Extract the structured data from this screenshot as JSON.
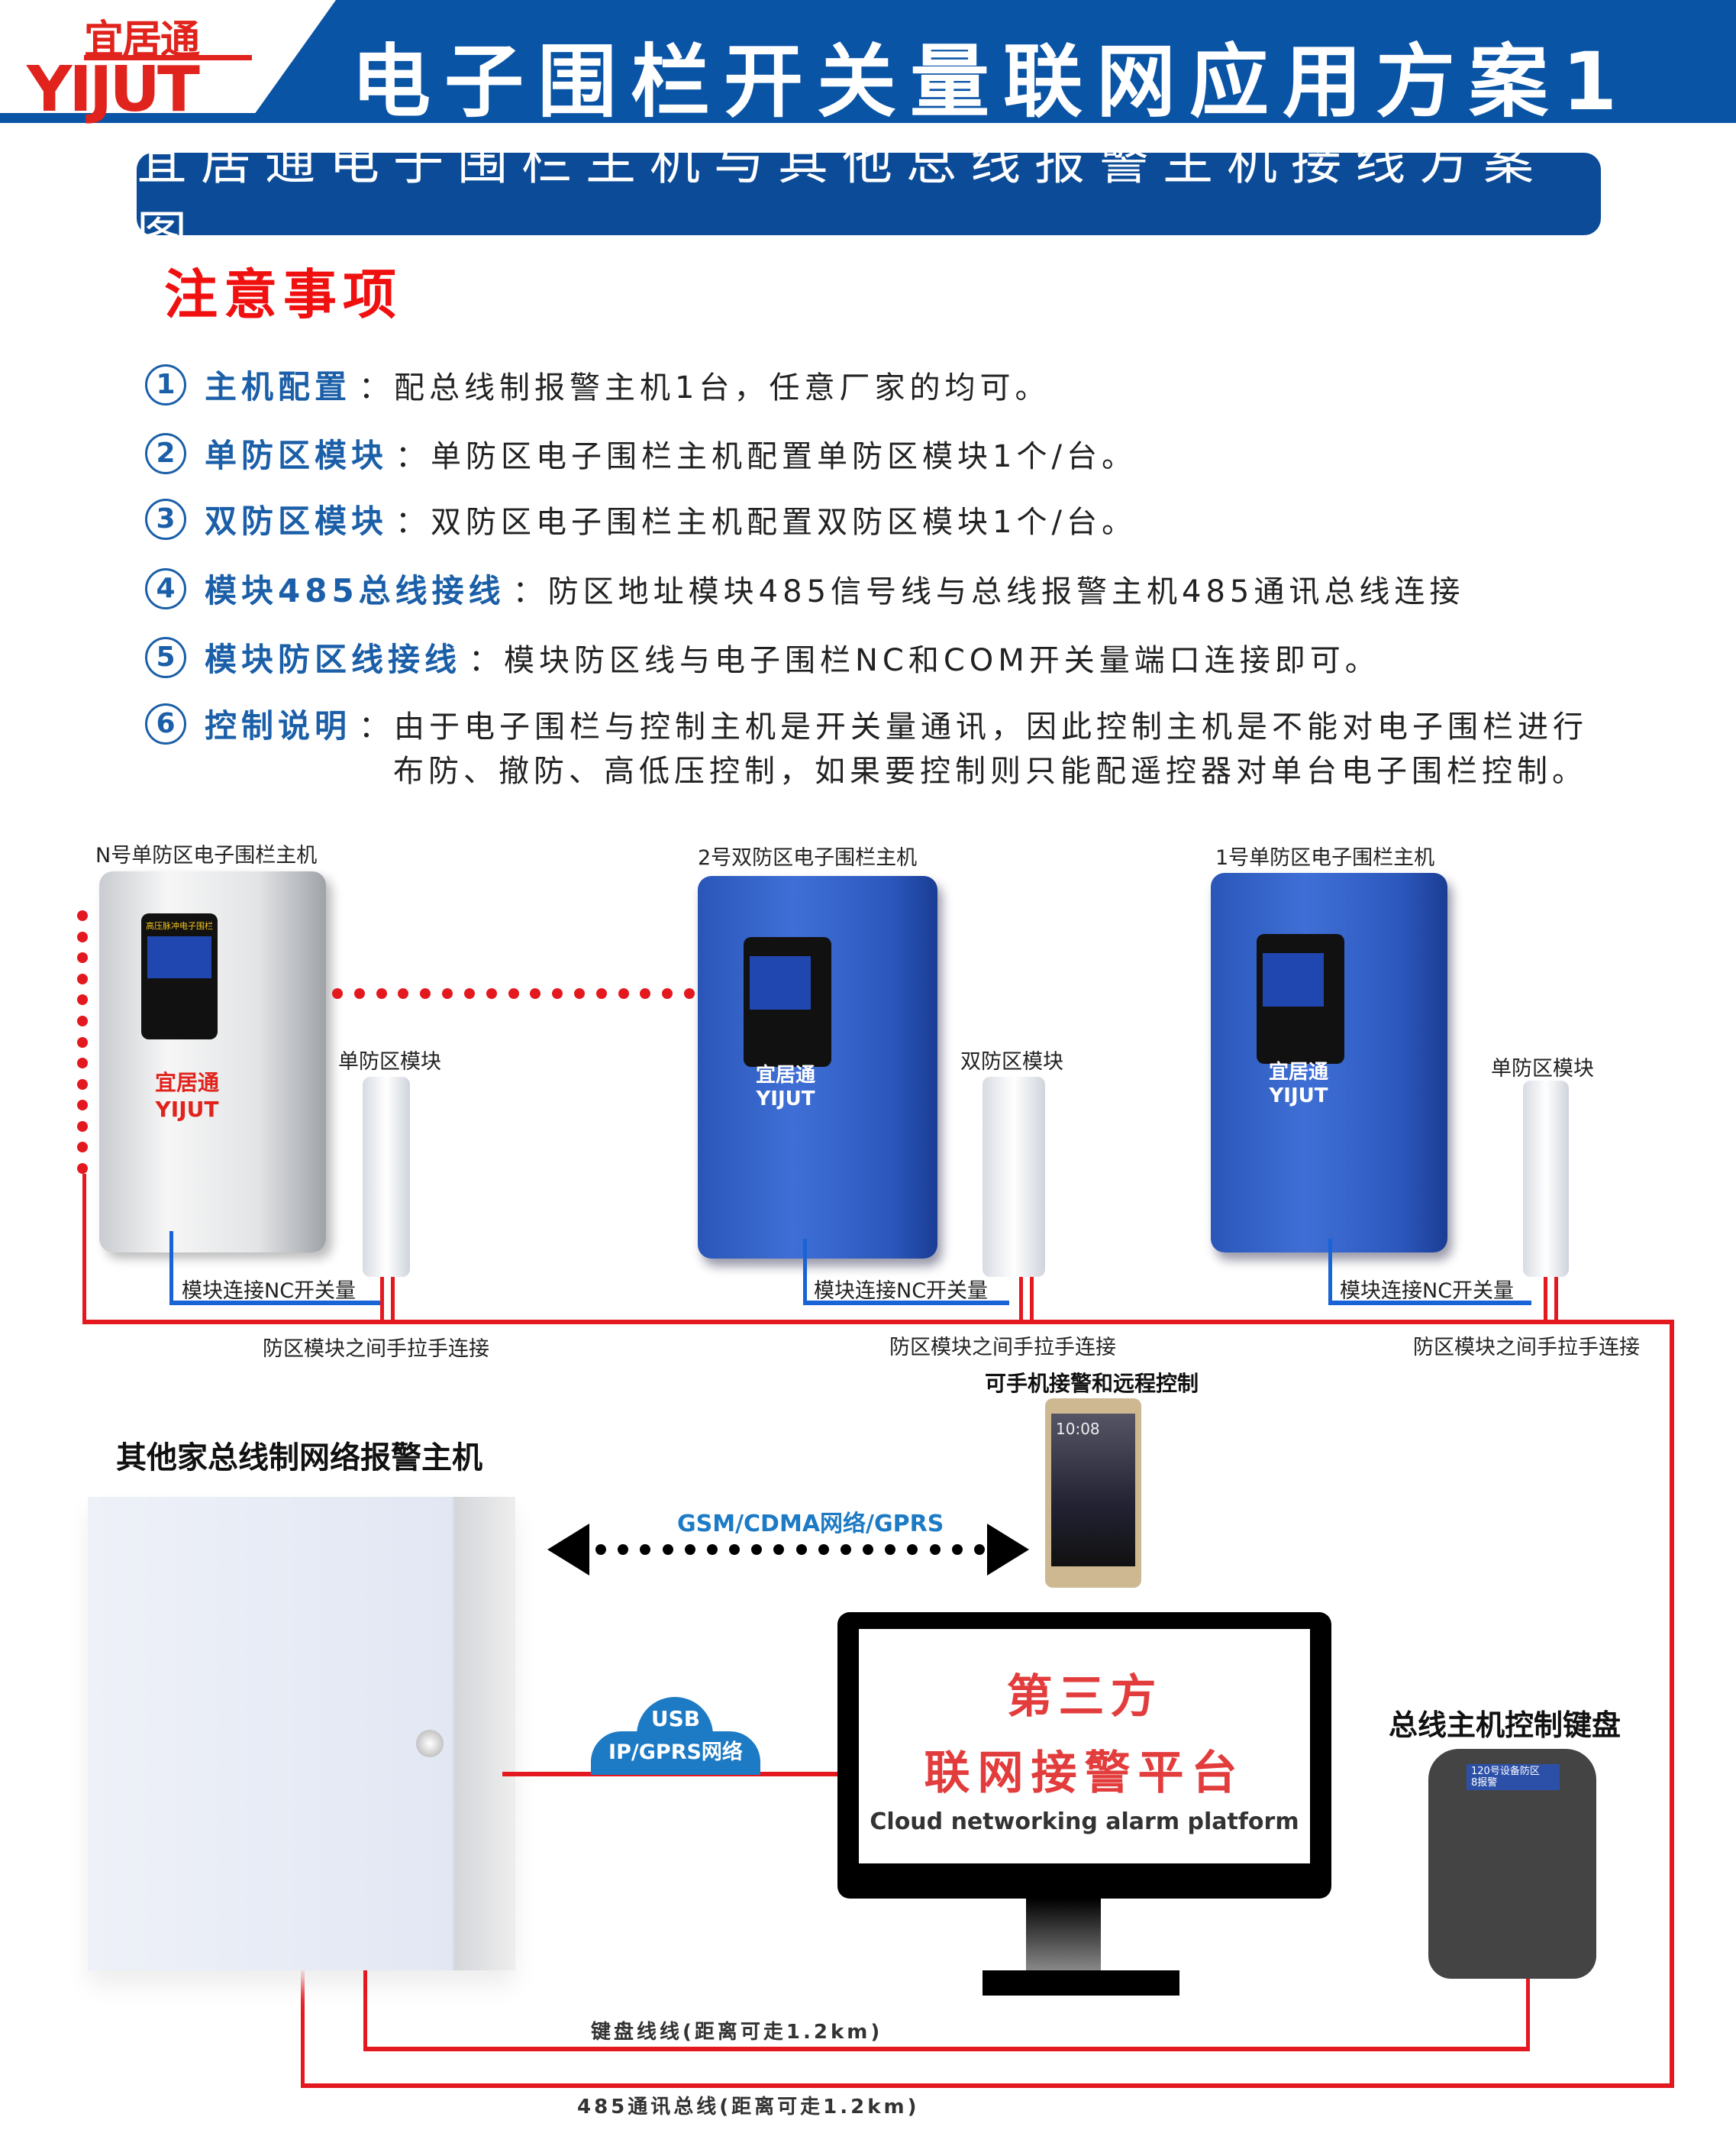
{
  "header": {
    "logo_cn": "宜居通",
    "logo_en": "YIJUT",
    "title": "电子围栏开关量联网应用方案1"
  },
  "subtitle": "宜居通电子围栏主机与其他总线报警主机接线方案图",
  "notice_title": "注意事项",
  "notes": [
    {
      "num": "1",
      "label": "主机配置",
      "text": "：配总线制报警主机1台，任意厂家的均可。"
    },
    {
      "num": "2",
      "label": "单防区模块",
      "text": "：单防区电子围栏主机配置单防区模块1个/台。"
    },
    {
      "num": "3",
      "label": "双防区模块",
      "text": "：双防区电子围栏主机配置双防区模块1个/台。"
    },
    {
      "num": "4",
      "label": "模块485总线接线",
      "text": "：防区地址模块485信号线与总线报警主机485通讯总线连接"
    },
    {
      "num": "5",
      "label": "模块防区线接线",
      "text": "：模块防区线与电子围栏NC和COM开关量端口连接即可。"
    },
    {
      "num": "6",
      "label": "控制说明",
      "text": "：由于电子围栏与控制主机是开关量通讯，因此控制主机是不能对电子围栏进行",
      "text2": "布防、撤防、高低压控制，如果要控制则只能配遥控器对单台电子围栏控制。"
    }
  ],
  "diagram": {
    "hosts": [
      {
        "label": "N号单防区电子围栏主机",
        "module": "单防区模块",
        "brand": "宜居通 YIJUT",
        "screen_title": "高压脉冲电子围栏"
      },
      {
        "label": "2号双防区电子围栏主机",
        "module": "双防区模块",
        "brand": "宜居通 YIJUT"
      },
      {
        "label": "1号单防区电子围栏主机",
        "module": "单防区模块",
        "brand": "宜居通 YIJUT"
      }
    ],
    "nc_label": "模块连接NC开关量",
    "chain_label": "防区模块之间手拉手连接",
    "phone_label": "可手机接警和远程控制",
    "phone_time": "10:08",
    "alarm_host_label": "其他家总线制网络报警主机",
    "gsm_label": "GSM/CDMA网络/GPRS",
    "cloud_line1": "USB",
    "cloud_line2": "IP/GPRS网络",
    "platform_line1": "第三方",
    "platform_line2": "联网接警平台",
    "platform_en": "Cloud networking alarm platform",
    "keypad_label": "总线主机控制键盘",
    "keypad_screen1": "120号设备防区",
    "keypad_screen2": "8报警",
    "keyboard_line": "键盘线线(距离可走1.2km)",
    "bus_line": "485通讯总线(距离可走1.2km)"
  }
}
